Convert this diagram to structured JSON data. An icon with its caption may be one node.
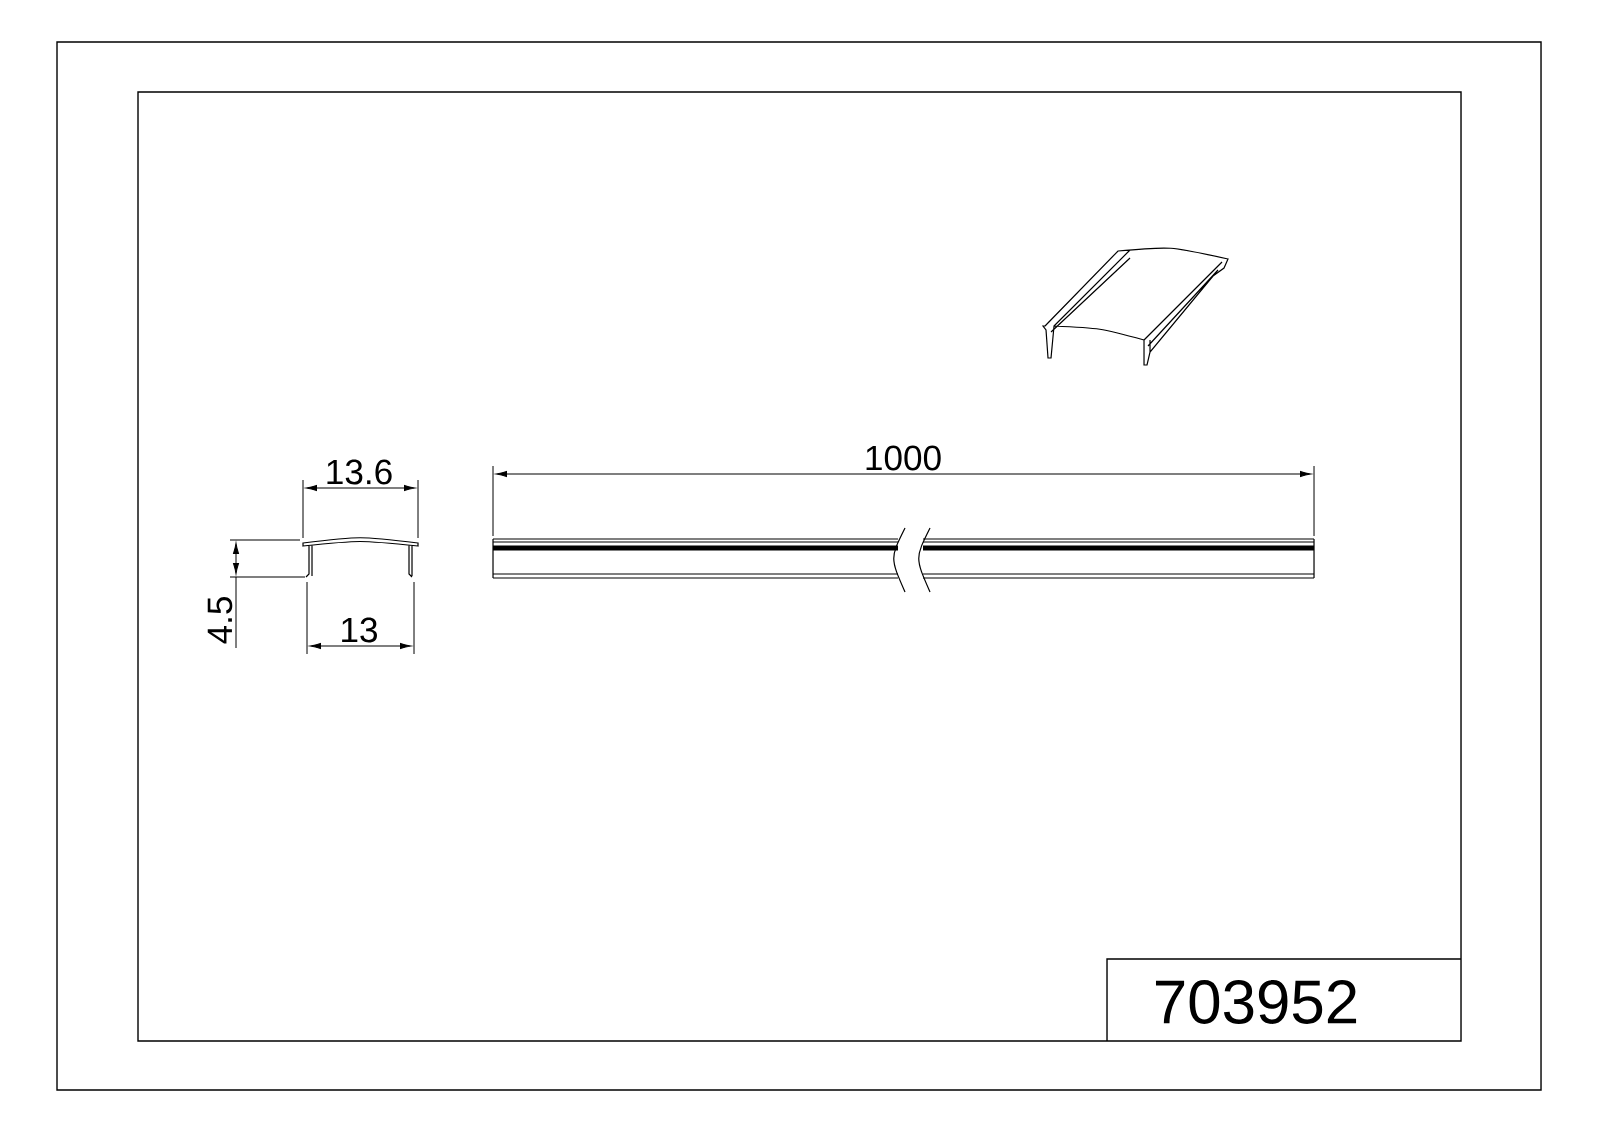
{
  "diagram": {
    "labels": [
      "1000",
      "13.6",
      "4.5",
      "13",
      "703952"
    ]
  }
}
